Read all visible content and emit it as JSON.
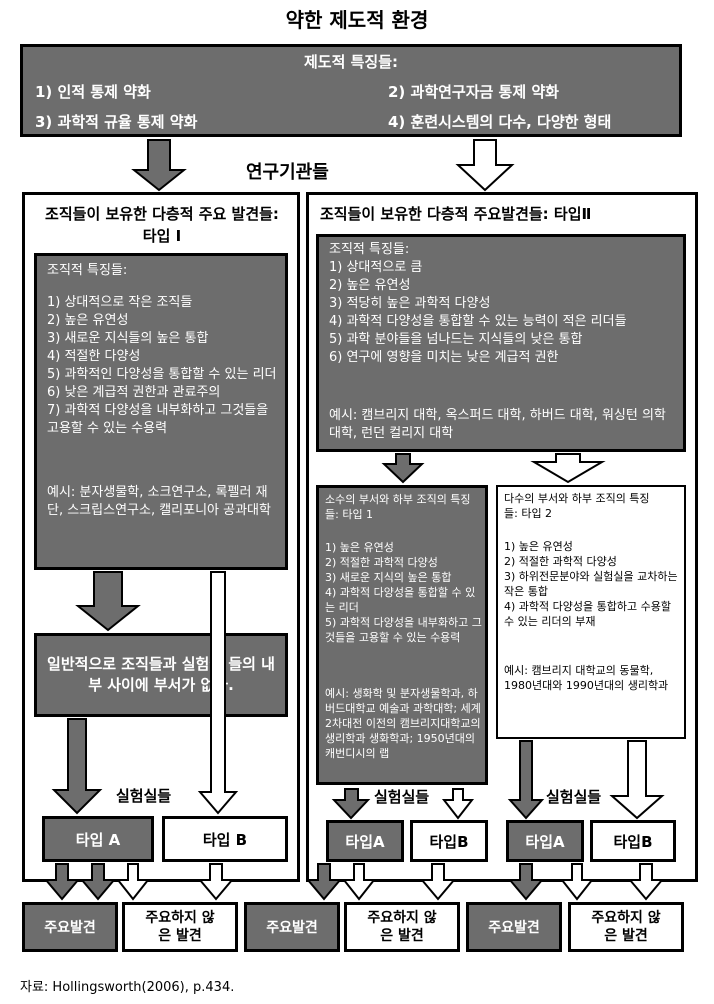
{
  "title": "약한 제도적 환경",
  "institutional": {
    "heading": "제도적 특징들:",
    "items": [
      "1) 인적 통제 약화",
      "2) 과학연구자금 통제 약화",
      "3) 과학적 규율 통제 약화",
      "4) 훈련시스템의 다수, 다양한 형태"
    ]
  },
  "research_institutions_label": "연구기관들",
  "type1": {
    "title": "조직들이 보유한 다층적 주요 발견들: 타입 Ⅰ",
    "box_heading": "조직적 특징들:",
    "items": [
      "1) 상대적으로 작은 조직들",
      "2) 높은 유연성",
      "3) 새로운 지식들의 높은 통합",
      "4) 적절한 다양성",
      "5) 과학적인 다양성을 통합할 수 있는 리더",
      "6) 낮은 계급적 권한과 관료주의",
      "7) 과학적 다양성을 내부화하고 그것들을 고용할 수 있는 수용력"
    ],
    "example": "예시: 분자생물학, 소크연구소, 록펠러 재단, 스크립스연구소, 캘리포니아 공과대학",
    "summary": "일반적으로 조직들과 실험실 들의 내부 사이에 부서가 없다.",
    "labs_label": "실험실들",
    "lab_a": "타입 A",
    "lab_b": "타입 B"
  },
  "type2": {
    "title": "조직들이 보유한 다층적 주요발견들: 타입Ⅱ",
    "box_heading": "조직적 특징들:",
    "items": [
      "1) 상대적으로 큼",
      "2) 높은 유연성",
      "3) 적당히 높은 과학적 다양성",
      "4) 과학적 다양성을 통합할 수 있는 능력이 적은 리더들",
      "5) 과학 분야들을 넘나드는 지식들의 낮은 통합",
      "6) 연구에 영향을 미치는 낮은 계급적 권한"
    ],
    "example": "예시: 캠브리지 대학, 옥스퍼드 대학, 하버드 대학, 워싱턴 의학 대학, 런던 컬리지 대학",
    "sub1": {
      "heading": "소수의 부서와 하부 조직의 특징들: 타입 1",
      "items": [
        "1) 높은 유연성",
        "2) 적절한 과학적 다양성",
        "3) 새로운 지식의 높은 통합",
        "4) 과학적 다양성을 통합할 수 있는 리더",
        "5) 과학적 다양성을 내부화하고 그것들을 고용할 수 있는 수용력"
      ],
      "example": "예시: 생화학 및 분자생물학과, 하버드대학교 예술과 과학대학; 세계2차대전 이전의 캠브리지대학교의 생리학과 생화학과; 1950년대의 캐번디시의 랩",
      "labs_label": "실험실들",
      "lab_a": "타입A",
      "lab_b": "타입B"
    },
    "sub2": {
      "heading": "다수의 부서와 하부 조직의 특징들: 타입 2",
      "items": [
        "1) 높은 유연성",
        "2) 적절한 과학적 다양성",
        "3) 하위전문분야와 실험실을 교차하는 작은 통합",
        "4) 과학적 다양성을 통합하고 수용할 수 있는 리더의 부재"
      ],
      "example": "예시: 캠브리지 대학교의 동물학, 1980년대와 1990년대의 생리학과",
      "labs_label": "실험실들",
      "lab_a": "타입A",
      "lab_b": "타입B"
    }
  },
  "outcomes": {
    "major": "주요발견",
    "minor": "주요하지 않은 발견"
  },
  "source": "자료: Hollingsworth(2006), p.434."
}
